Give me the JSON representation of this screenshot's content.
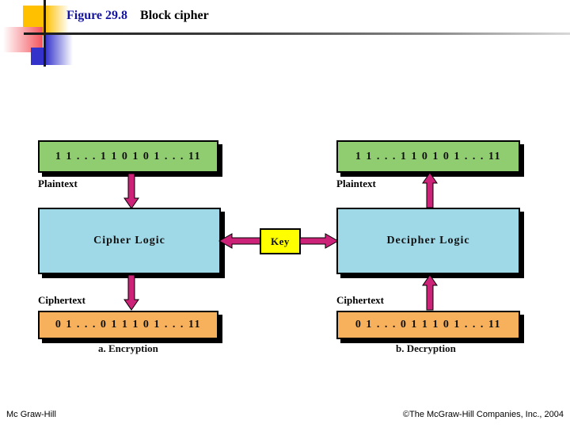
{
  "header": {
    "figure_number": "Figure 29.8",
    "figure_title": "Block cipher",
    "figure_number_color": "#1414A0",
    "figure_title_color": "#000000"
  },
  "diagram": {
    "left_panel": {
      "caption": "a. Encryption",
      "plaintext_label": "Plaintext",
      "ciphertext_label": "Ciphertext",
      "plaintext_bits": "1 1 . . . 1 1 0 1 0 1 . . . 11",
      "logic_label": "Cipher Logic",
      "ciphertext_bits": "0 1 . . . 0 1 1 1 0 1 . . . 11",
      "plaintext_color": "#90CC70",
      "logic_color": "#9FD9E8",
      "ciphertext_color": "#F7B05B"
    },
    "right_panel": {
      "caption": "b. Decryption",
      "plaintext_label": "Plaintext",
      "ciphertext_label": "Ciphertext",
      "plaintext_bits": "1 1 . . . 1 1 0 1 0 1 . . . 11",
      "logic_label": "Decipher Logic",
      "ciphertext_bits": "0 1 . . . 0 1 1 1 0 1 . . . 11",
      "plaintext_color": "#90CC70",
      "logic_color": "#9FD9E8",
      "ciphertext_color": "#F7B05B"
    },
    "key": {
      "label": "Key",
      "color": "#FFFF00"
    },
    "arrow_color": "#CC2277"
  },
  "footer": {
    "left": "Mc Graw-Hill",
    "right": "©The McGraw-Hill Companies, Inc., 2004"
  }
}
